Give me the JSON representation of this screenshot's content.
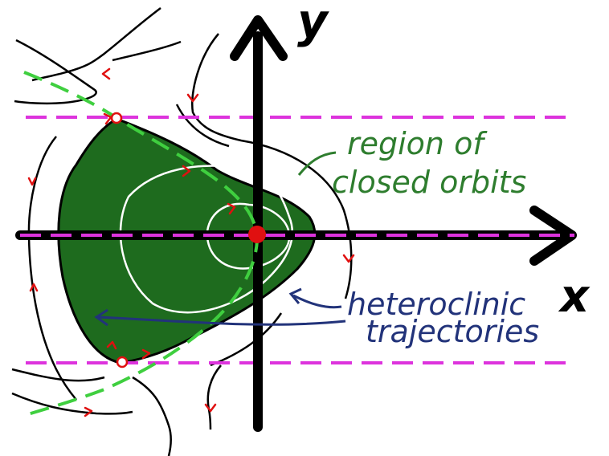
{
  "axes": {
    "y_label": "y",
    "x_label": "x"
  },
  "annotations": {
    "region_line1": "region of",
    "region_line2": "closed orbits",
    "hetero_line1": "heteroclinic",
    "hetero_line2": "trajectories"
  },
  "colors": {
    "region_fill": "#1e6b1e",
    "region_text": "#2e7d2e",
    "separatrix_dash": "#3fcf3f",
    "asymptote_dash": "#dd33dd",
    "hetero_text": "#22337a",
    "arrow_red": "#e01010",
    "curve": "#000000",
    "fixed_point": "#e01010"
  }
}
